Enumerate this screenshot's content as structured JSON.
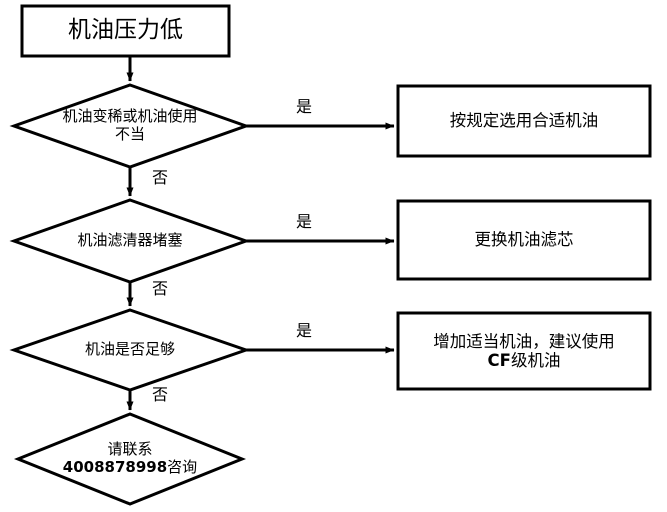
{
  "diagram": {
    "title_node": {
      "label": "机油压力低",
      "shape": "rectangle"
    },
    "decisions": [
      {
        "id": "d1",
        "label": "机油变稀或机油使用\n不当",
        "shape": "diamond",
        "yes_label": "是",
        "no_label": "否"
      },
      {
        "id": "d2",
        "label": "机油滤清器堵塞",
        "shape": "diamond",
        "yes_label": "是",
        "no_label": "否"
      },
      {
        "id": "d3",
        "label": "机油是否足够",
        "shape": "diamond",
        "yes_label": "是",
        "no_label": "否"
      }
    ],
    "actions": [
      {
        "id": "a1",
        "label": "按规定选用合适机油",
        "shape": "rectangle"
      },
      {
        "id": "a2",
        "label": "更换机油滤芯",
        "shape": "rectangle"
      },
      {
        "id": "a3",
        "label_line1": "增加适当机油，建议使用",
        "label_line2_bold": "CF",
        "label_line2_rest": "级机油",
        "shape": "rectangle"
      }
    ],
    "terminal_node": {
      "id": "t1",
      "label_line1": "请联系",
      "label_line2_bold": "4008878998",
      "label_line2_rest": "咨询",
      "shape": "diamond"
    },
    "colors": {
      "background": "#ffffff",
      "stroke": "#000000",
      "text": "#000000"
    }
  }
}
